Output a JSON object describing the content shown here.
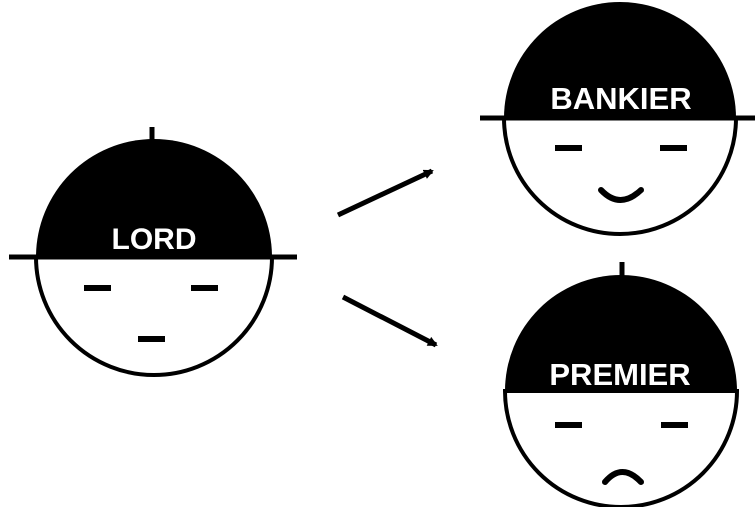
{
  "figures": {
    "lord": {
      "label": "LORD",
      "expression": "neutral"
    },
    "bankier": {
      "label": "BANKIER",
      "expression": "smile"
    },
    "premier": {
      "label": "PREMIER",
      "expression": "frown"
    }
  },
  "colors": {
    "ink": "#000000",
    "paper": "#ffffff",
    "label_text": "#ffffff"
  }
}
